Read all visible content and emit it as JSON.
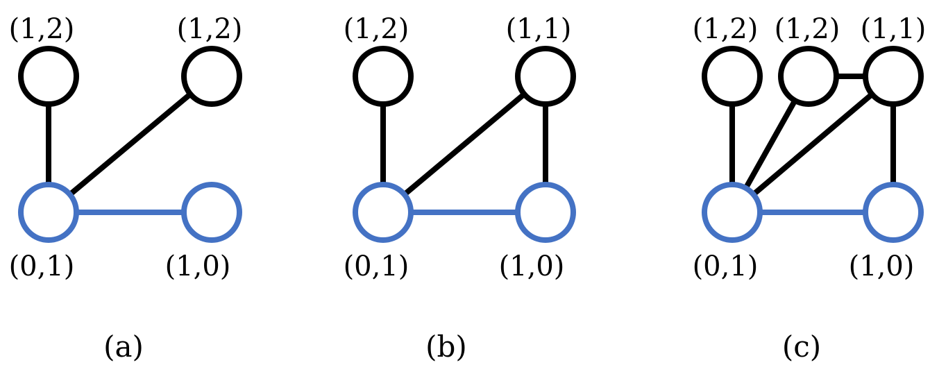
{
  "colors": {
    "black": "#000000",
    "blue": "#4472C4"
  },
  "panels": [
    {
      "caption": "(a)",
      "nodes": [
        {
          "label": "(1,2)",
          "color": "black"
        },
        {
          "label": "(1,2)",
          "color": "black"
        },
        {
          "label": "(0,1)",
          "color": "blue"
        },
        {
          "label": "(1,0)",
          "color": "blue"
        }
      ],
      "edges": [
        [
          0,
          2,
          "black"
        ],
        [
          1,
          2,
          "black"
        ],
        [
          2,
          3,
          "blue"
        ]
      ]
    },
    {
      "caption": "(b)",
      "nodes": [
        {
          "label": "(1,2)",
          "color": "black"
        },
        {
          "label": "(1,1)",
          "color": "black"
        },
        {
          "label": "(0,1)",
          "color": "blue"
        },
        {
          "label": "(1,0)",
          "color": "blue"
        }
      ],
      "edges": [
        [
          0,
          2,
          "black"
        ],
        [
          1,
          2,
          "black"
        ],
        [
          1,
          3,
          "black"
        ],
        [
          2,
          3,
          "blue"
        ]
      ]
    },
    {
      "caption": "(c)",
      "nodes": [
        {
          "label": "(1,2)",
          "color": "black"
        },
        {
          "label": "(1,2)",
          "color": "black"
        },
        {
          "label": "(1,1)",
          "color": "black"
        },
        {
          "label": "(0,1)",
          "color": "blue"
        },
        {
          "label": "(1,0)",
          "color": "blue"
        }
      ],
      "edges": [
        [
          0,
          3,
          "black"
        ],
        [
          1,
          3,
          "black"
        ],
        [
          2,
          3,
          "black"
        ],
        [
          1,
          2,
          "black"
        ],
        [
          2,
          4,
          "black"
        ],
        [
          3,
          4,
          "blue"
        ]
      ]
    }
  ]
}
